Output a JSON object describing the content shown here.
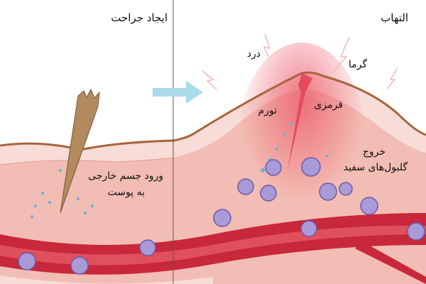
{
  "left_panel": {
    "title": "ایجاد جراحت",
    "caption_line1": "ورود جسم خارجی",
    "caption_line2": "به پوست"
  },
  "right_panel": {
    "title": "التهاب",
    "pain": "درد",
    "heat": "گرما",
    "swelling": "تورم",
    "redness": "قرمزی",
    "wbc_line1": "خروج",
    "wbc_line2": "گلبول‌های سفید"
  },
  "colors": {
    "skin_top": "#f7dcd8",
    "skin_dermis": "#f2bdb4",
    "skin_outline": "#a8643c",
    "inflamed": "#ee6a78",
    "vessel": "#c8283a",
    "arrow": "#a9dbea",
    "cell": "#a99ad8"
  }
}
